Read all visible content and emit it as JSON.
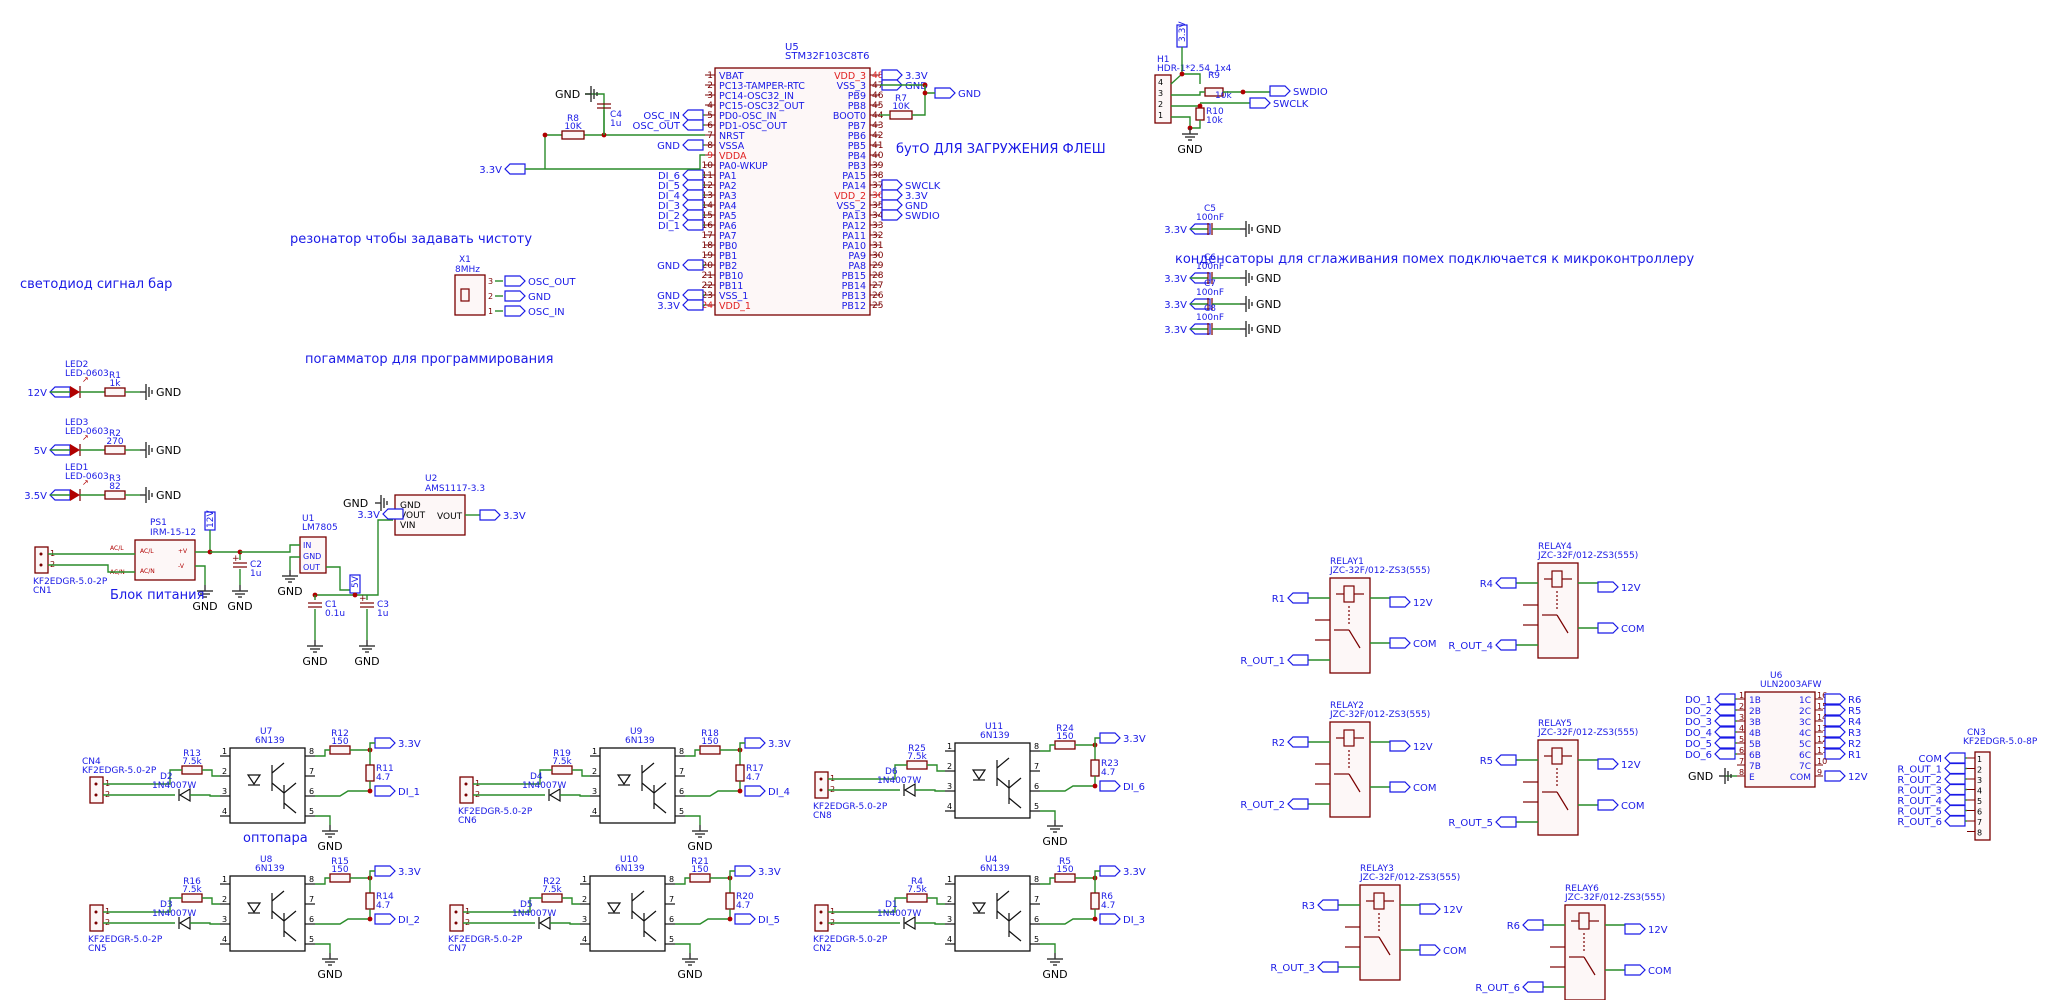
{
  "annotations": {
    "flash_boot": "бутО ДЛЯ ЗАГРУЖЕНИЯ ФЛЕШ",
    "resonator": "резонатор чтобы задавать чистоту",
    "led_signal": "светодиод сигнал бар",
    "programmer": "погамматор для программирования",
    "capacitors": "конденсаторы для сглаживания помех подключается к микроконтроллеру",
    "power_block": "Блок питания",
    "optocoupler": "оптопара"
  },
  "mcu": {
    "ref": "U5",
    "value": "STM32F103C8T6",
    "left_pins": [
      {
        "n": "1",
        "name": "VBAT"
      },
      {
        "n": "2",
        "name": "PC13-TAMPER-RTC"
      },
      {
        "n": "3",
        "name": "PC14-OSC32_IN"
      },
      {
        "n": "4",
        "name": "PC15-OSC32_OUT"
      },
      {
        "n": "5",
        "name": "PD0-OSC_IN"
      },
      {
        "n": "6",
        "name": "PD1-OSC_OUT"
      },
      {
        "n": "7",
        "name": "NRST"
      },
      {
        "n": "8",
        "name": "VSSA"
      },
      {
        "n": "9",
        "name": "VDDA",
        "power": true
      },
      {
        "n": "10",
        "name": "PA0-WKUP"
      },
      {
        "n": "11",
        "name": "PA1"
      },
      {
        "n": "12",
        "name": "PA2"
      },
      {
        "n": "13",
        "name": "PA3"
      },
      {
        "n": "14",
        "name": "PA4"
      },
      {
        "n": "15",
        "name": "PA5"
      },
      {
        "n": "16",
        "name": "PA6"
      },
      {
        "n": "17",
        "name": "PA7"
      },
      {
        "n": "18",
        "name": "PB0"
      },
      {
        "n": "19",
        "name": "PB1"
      },
      {
        "n": "20",
        "name": "PB2"
      },
      {
        "n": "21",
        "name": "PB10"
      },
      {
        "n": "22",
        "name": "PB11"
      },
      {
        "n": "23",
        "name": "VSS_1"
      },
      {
        "n": "24",
        "name": "VDD_1",
        "power": true
      }
    ],
    "right_pins": [
      {
        "n": "48",
        "name": "VDD_3",
        "power": true
      },
      {
        "n": "47",
        "name": "VSS_3"
      },
      {
        "n": "46",
        "name": "PB9"
      },
      {
        "n": "45",
        "name": "PB8"
      },
      {
        "n": "44",
        "name": "BOOT0"
      },
      {
        "n": "43",
        "name": "PB7"
      },
      {
        "n": "42",
        "name": "PB6"
      },
      {
        "n": "41",
        "name": "PB5"
      },
      {
        "n": "40",
        "name": "PB4"
      },
      {
        "n": "39",
        "name": "PB3"
      },
      {
        "n": "38",
        "name": "PA15"
      },
      {
        "n": "37",
        "name": "PA14"
      },
      {
        "n": "36",
        "name": "VDD_2",
        "power": true
      },
      {
        "n": "35",
        "name": "VSS_2"
      },
      {
        "n": "34",
        "name": "PA13"
      },
      {
        "n": "33",
        "name": "PA12"
      },
      {
        "n": "32",
        "name": "PA11"
      },
      {
        "n": "31",
        "name": "PA10"
      },
      {
        "n": "30",
        "name": "PA9"
      },
      {
        "n": "29",
        "name": "PA8"
      },
      {
        "n": "28",
        "name": "PB15"
      },
      {
        "n": "27",
        "name": "PB14"
      },
      {
        "n": "26",
        "name": "PB13"
      },
      {
        "n": "25",
        "name": "PB12"
      }
    ],
    "left_labels": [
      {
        "pin": "5",
        "text": "OSC_IN"
      },
      {
        "pin": "6",
        "text": "OSC_OUT"
      },
      {
        "pin": "8",
        "text": "GND"
      },
      {
        "pin": "11",
        "text": "DI_6"
      },
      {
        "pin": "12",
        "text": "DI_5"
      },
      {
        "pin": "13",
        "text": "DI_4"
      },
      {
        "pin": "14",
        "text": "DI_3"
      },
      {
        "pin": "15",
        "text": "DI_2"
      },
      {
        "pin": "16",
        "text": "DI_1"
      },
      {
        "pin": "20",
        "text": "GND"
      },
      {
        "pin": "23",
        "text": "GND"
      },
      {
        "pin": "24",
        "text": "3.3V"
      }
    ],
    "right_labels": [
      {
        "pin": "48",
        "text": "3.3V"
      },
      {
        "pin": "47",
        "text": "GND"
      },
      {
        "pin": "37",
        "text": "SWCLK"
      },
      {
        "pin": "36",
        "text": "3.3V"
      },
      {
        "pin": "35",
        "text": "GND"
      },
      {
        "pin": "34",
        "text": "SWDIO"
      }
    ]
  },
  "mcu_misc": {
    "r8": {
      "ref": "R8",
      "value": "10K"
    },
    "c4": {
      "ref": "C4",
      "value": "1u"
    },
    "r7": {
      "ref": "R7",
      "value": "10K"
    },
    "gnd_top": "GND",
    "v33_left": "3.3V",
    "gnd_boot": "GND"
  },
  "crystal": {
    "ref": "X1",
    "value": "8MHz",
    "labels": [
      "OSC_OUT",
      "GND",
      "OSC_IN"
    ],
    "pins": [
      "3",
      "2",
      "1"
    ]
  },
  "programmer": {
    "ref": "H1",
    "value": "HDR-1*2.54_1x4",
    "pins": [
      "4",
      "3",
      "2",
      "1"
    ],
    "r9": {
      "ref": "R9",
      "value": "10k"
    },
    "r10": {
      "ref": "R10",
      "value": "10k"
    },
    "vcc": "3.3V",
    "gnd": "GND",
    "swdio": "SWDIO",
    "swclk": "SWCLK"
  },
  "decoupling": [
    {
      "ref": "C5",
      "value": "100nF",
      "vcc": "3.3V",
      "gnd": "GND"
    },
    {
      "ref": "C6",
      "value": "100nF",
      "vcc": "3.3V",
      "gnd": "GND"
    },
    {
      "ref": "C7",
      "value": "100nF",
      "vcc": "3.3V",
      "gnd": "GND"
    },
    {
      "ref": "C8",
      "value": "100nF",
      "vcc": "3.3V",
      "gnd": "GND"
    }
  ],
  "leds": [
    {
      "ref": "LED2",
      "value": "LED-0603",
      "r_ref": "R1",
      "r_val": "1k",
      "vcc": "12V",
      "gnd": "GND"
    },
    {
      "ref": "LED3",
      "value": "LED-0603",
      "r_ref": "R2",
      "r_val": "270",
      "vcc": "5V",
      "gnd": "GND"
    },
    {
      "ref": "LED1",
      "value": "LED-0603",
      "r_ref": "R3",
      "r_val": "82",
      "vcc": "3.5V",
      "gnd": "GND"
    }
  ],
  "power": {
    "cn1": {
      "ref": "CN1",
      "value": "KF2EDGR-5.0-2P",
      "pins": [
        "1",
        "2"
      ]
    },
    "ps1": {
      "ref": "PS1",
      "value": "IRM-15-12",
      "ac_l": "AC/L",
      "ac_n": "AC/N",
      "pos": "+V",
      "neg": "-V",
      "pin_l": "AC/L",
      "pin_n": "AC/N"
    },
    "u1": {
      "ref": "U1",
      "value": "LM7805",
      "p_in": "IN",
      "p_gnd": "GND",
      "p_out": "OUT"
    },
    "u2": {
      "ref": "U2",
      "value": "AMS1117-3.3",
      "p_gnd": "GND",
      "p_vout": "VOUT",
      "p_vin": "VIN",
      "p_vout2": "VOUT"
    },
    "c1": {
      "ref": "C1",
      "value": "0.1u"
    },
    "c2": {
      "ref": "C2",
      "value": "1u"
    },
    "c3": {
      "ref": "C3",
      "value": "1u"
    },
    "flag_12v": "12V",
    "flag_5v": "5V",
    "out_33": "3.3V",
    "in_33": "3.3V",
    "gnd": "GND"
  },
  "opto": [
    {
      "u": "U7",
      "r_in": "R13",
      "r_in_v": "7.5k",
      "d": "D2",
      "d_v": "1N4007W",
      "cn": "CN4",
      "cn_v": "KF2EDGR-5.0-2P",
      "r_pu": "R12",
      "r_pu_v": "150",
      "r_o": "R11",
      "r_o_v": "4.7",
      "out": "DI_1",
      "vcc": "3.3V",
      "gnd": "GND"
    },
    {
      "u": "U8",
      "r_in": "R16",
      "r_in_v": "7.5k",
      "d": "D3",
      "d_v": "1N4007W",
      "cn": "CN5",
      "cn_v": "KF2EDGR-5.0-2P",
      "r_pu": "R15",
      "r_pu_v": "150",
      "r_o": "R14",
      "r_o_v": "4.7",
      "out": "DI_2",
      "vcc": "3.3V",
      "gnd": "GND"
    },
    {
      "u": "U9",
      "r_in": "R19",
      "r_in_v": "7.5k",
      "d": "D4",
      "d_v": "1N4007W",
      "cn": "CN6",
      "cn_v": "KF2EDGR-5.0-2P",
      "r_pu": "R18",
      "r_pu_v": "150",
      "r_o": "R17",
      "r_o_v": "4.7",
      "out": "DI_4",
      "vcc": "3.3V",
      "gnd": "GND"
    },
    {
      "u": "U10",
      "r_in": "R22",
      "r_in_v": "7.5k",
      "d": "D5",
      "d_v": "1N4007W",
      "cn": "CN7",
      "cn_v": "KF2EDGR-5.0-2P",
      "r_pu": "R21",
      "r_pu_v": "150",
      "r_o": "R20",
      "r_o_v": "4.7",
      "out": "DI_5",
      "vcc": "3.3V",
      "gnd": "GND"
    },
    {
      "u": "U11",
      "r_in": "R25",
      "r_in_v": "7.5k",
      "d": "D6",
      "d_v": "1N4007W",
      "cn": "CN8",
      "cn_v": "KF2EDGR-5.0-2P",
      "r_pu": "R24",
      "r_pu_v": "150",
      "r_o": "R23",
      "r_o_v": "4.7",
      "out": "DI_6",
      "vcc": "3.3V",
      "gnd": "GND"
    },
    {
      "u": "U4",
      "r_in": "R4",
      "r_in_v": "7.5k",
      "d": "D1",
      "d_v": "1N4007W",
      "cn": "CN2",
      "cn_v": "KF2EDGR-5.0-2P",
      "r_pu": "R5",
      "r_pu_v": "150",
      "r_o": "R6",
      "r_o_v": "4.7",
      "out": "DI_3",
      "vcc": "3.3V",
      "gnd": "GND"
    }
  ],
  "opto_part": "6N139",
  "opto_pins": [
    "1",
    "2",
    "3",
    "4",
    "8",
    "7",
    "6",
    "5"
  ],
  "relays": [
    {
      "ref": "RELAY1",
      "value": "JZC-32F/012-ZS3(555)",
      "in": "R1",
      "v": "12V",
      "com": "COM",
      "out": "R_OUT_1"
    },
    {
      "ref": "RELAY4",
      "value": "JZC-32F/012-ZS3(555)",
      "in": "R4",
      "v": "12V",
      "com": "COM",
      "out": "R_OUT_4"
    },
    {
      "ref": "RELAY2",
      "value": "JZC-32F/012-ZS3(555)",
      "in": "R2",
      "v": "12V",
      "com": "COM",
      "out": "R_OUT_2"
    },
    {
      "ref": "RELAY5",
      "value": "JZC-32F/012-ZS3(555)",
      "in": "R5",
      "v": "12V",
      "com": "COM",
      "out": "R_OUT_5"
    },
    {
      "ref": "RELAY3",
      "value": "JZC-32F/012-ZS3(555)",
      "in": "R3",
      "v": "12V",
      "com": "COM",
      "out": "R_OUT_3"
    },
    {
      "ref": "RELAY6",
      "value": "JZC-32F/012-ZS3(555)",
      "in": "R6",
      "v": "12V",
      "com": "COM",
      "out": "R_OUT_6"
    }
  ],
  "driver": {
    "ref": "U6",
    "value": "ULN2003AFW",
    "left": [
      {
        "n": "1",
        "name": "1B",
        "net": "DO_1"
      },
      {
        "n": "2",
        "name": "2B",
        "net": "DO_2"
      },
      {
        "n": "3",
        "name": "3B",
        "net": "DO_3"
      },
      {
        "n": "4",
        "name": "4B",
        "net": "DO_4"
      },
      {
        "n": "5",
        "name": "5B",
        "net": "DO_5"
      },
      {
        "n": "6",
        "name": "6B",
        "net": "DO_6"
      },
      {
        "n": "7",
        "name": "7B",
        "net": ""
      },
      {
        "n": "8",
        "name": "E",
        "net": "GND"
      }
    ],
    "right": [
      {
        "n": "16",
        "name": "1C",
        "net": "R6"
      },
      {
        "n": "15",
        "name": "2C",
        "net": "R5"
      },
      {
        "n": "14",
        "name": "3C",
        "net": "R4"
      },
      {
        "n": "13",
        "name": "4C",
        "net": "R3"
      },
      {
        "n": "12",
        "name": "5C",
        "net": "R2"
      },
      {
        "n": "11",
        "name": "6C",
        "net": "R1"
      },
      {
        "n": "10",
        "name": "7C",
        "net": ""
      },
      {
        "n": "9",
        "name": "COM",
        "net": "12V"
      }
    ]
  },
  "cn3": {
    "ref": "CN3",
    "value": "KF2EDGR-5.0-8P",
    "nets": [
      "COM",
      "R_OUT_1",
      "R_OUT_2",
      "R_OUT_3",
      "R_OUT_4",
      "R_OUT_5",
      "R_OUT_6",
      ""
    ],
    "pins": [
      "1",
      "2",
      "3",
      "4",
      "5",
      "6",
      "7",
      "8"
    ]
  },
  "colors": {
    "wire": "#2a8c2a",
    "part": "#7a0000",
    "label": "#1a1ae6",
    "power_pin": "#e02020"
  }
}
